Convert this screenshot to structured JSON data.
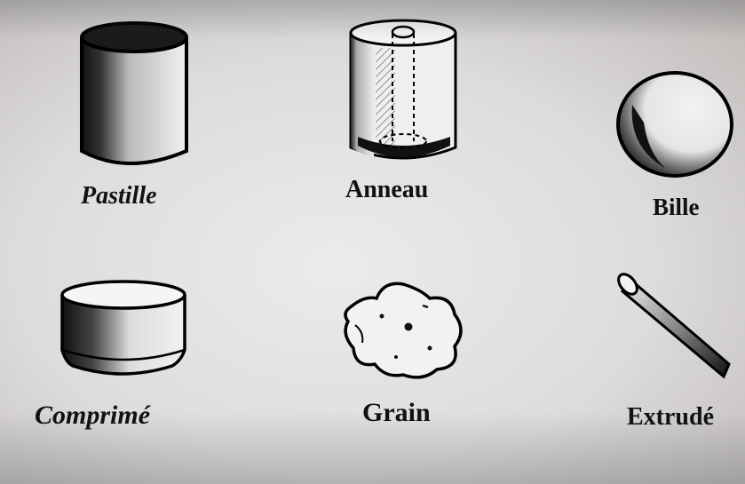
{
  "figures": [
    {
      "name": "pastille",
      "label": "Pastille"
    },
    {
      "name": "anneau",
      "label": "Anneau"
    },
    {
      "name": "bille",
      "label": "Bille"
    },
    {
      "name": "comprime",
      "label": "Comprimé"
    },
    {
      "name": "grain",
      "label": "Grain"
    },
    {
      "name": "extrude",
      "label": "Extrudé"
    }
  ]
}
